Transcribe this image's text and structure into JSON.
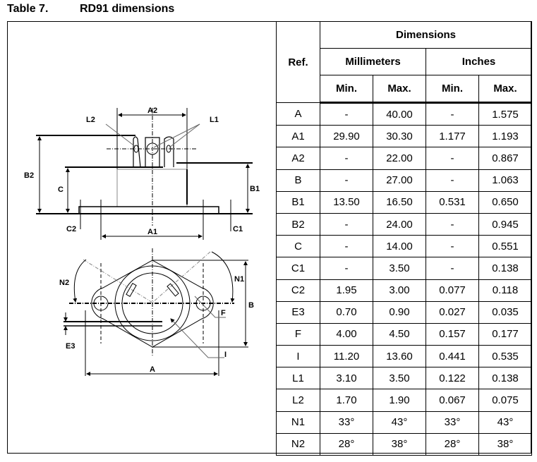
{
  "title": {
    "number": "Table 7.",
    "name": "RD91 dimensions"
  },
  "drawing_labels": {
    "A2": "A2",
    "L1": "L1",
    "L2": "L2",
    "B2": "B2",
    "C": "C",
    "B1": "B1",
    "C2": "C2",
    "C1": "C1",
    "A1": "A1",
    "N1": "N1",
    "N2": "N2",
    "B": "B",
    "F": "F",
    "E3": "E3",
    "I": "I",
    "A": "A"
  },
  "table": {
    "ref_header": "Ref.",
    "dimensions_header": "Dimensions",
    "mm_header": "Millimeters",
    "inch_header": "Inches",
    "min": "Min.",
    "max": "Max.",
    "rows": [
      [
        "A",
        "-",
        "40.00",
        "-",
        "1.575"
      ],
      [
        "A1",
        "29.90",
        "30.30",
        "1.177",
        "1.193"
      ],
      [
        "A2",
        "-",
        "22.00",
        "-",
        "0.867"
      ],
      [
        "B",
        "-",
        "27.00",
        "-",
        "1.063"
      ],
      [
        "B1",
        "13.50",
        "16.50",
        "0.531",
        "0.650"
      ],
      [
        "B2",
        "-",
        "24.00",
        "-",
        "0.945"
      ],
      [
        "C",
        "-",
        "14.00",
        "-",
        "0.551"
      ],
      [
        "C1",
        "-",
        "3.50",
        "-",
        "0.138"
      ],
      [
        "C2",
        "1.95",
        "3.00",
        "0.077",
        "0.118"
      ],
      [
        "E3",
        "0.70",
        "0.90",
        "0.027",
        "0.035"
      ],
      [
        "F",
        "4.00",
        "4.50",
        "0.157",
        "0.177"
      ],
      [
        "I",
        "11.20",
        "13.60",
        "0.441",
        "0.535"
      ],
      [
        "L1",
        "3.10",
        "3.50",
        "0.122",
        "0.138"
      ],
      [
        "L2",
        "1.70",
        "1.90",
        "0.067",
        "0.075"
      ],
      [
        "N1",
        "33°",
        "43°",
        "33°",
        "43°"
      ],
      [
        "N2",
        "28°",
        "38°",
        "28°",
        "38°"
      ]
    ]
  }
}
